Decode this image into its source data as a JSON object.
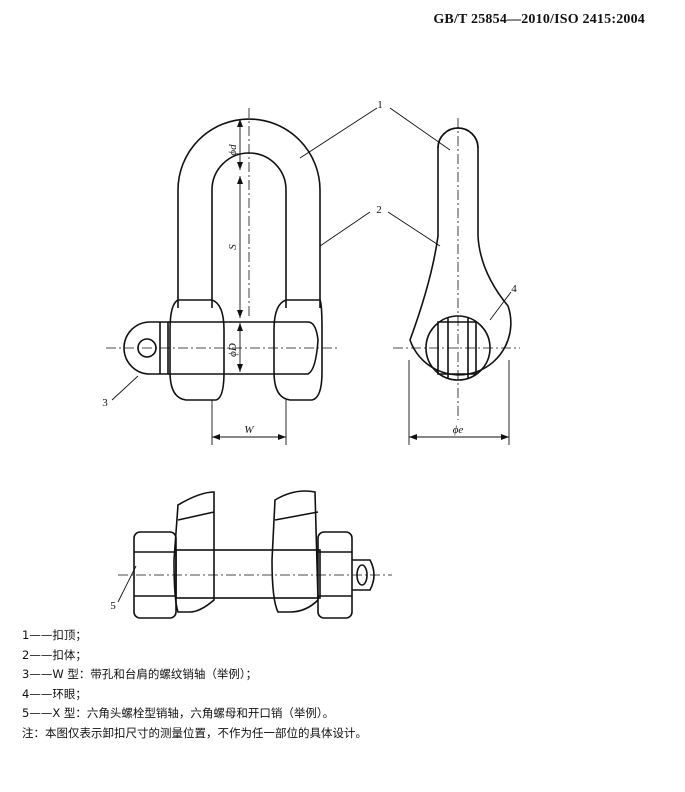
{
  "header": {
    "standard": "GB/T 25854—2010/ISO 2415:2004"
  },
  "figure": {
    "callouts": [
      "1",
      "2",
      "3",
      "4",
      "5"
    ],
    "dimensions": {
      "pin_diameter": "ϕd",
      "inside_length": "S",
      "bolt_diameter": "ϕD",
      "inside_width": "W",
      "eye_diameter": "ϕe"
    }
  },
  "legend": {
    "items": [
      "1——扣顶；",
      "2——扣体；",
      "3——W 型：带孔和台肩的螺纹销轴（举例）；",
      "4——环眼；",
      "5——X 型：六角头螺栓型销轴，六角螺母和开口销（举例）。"
    ],
    "note": "注：本图仅表示卸扣尺寸的测量位置，不作为任一部位的具体设计。"
  }
}
